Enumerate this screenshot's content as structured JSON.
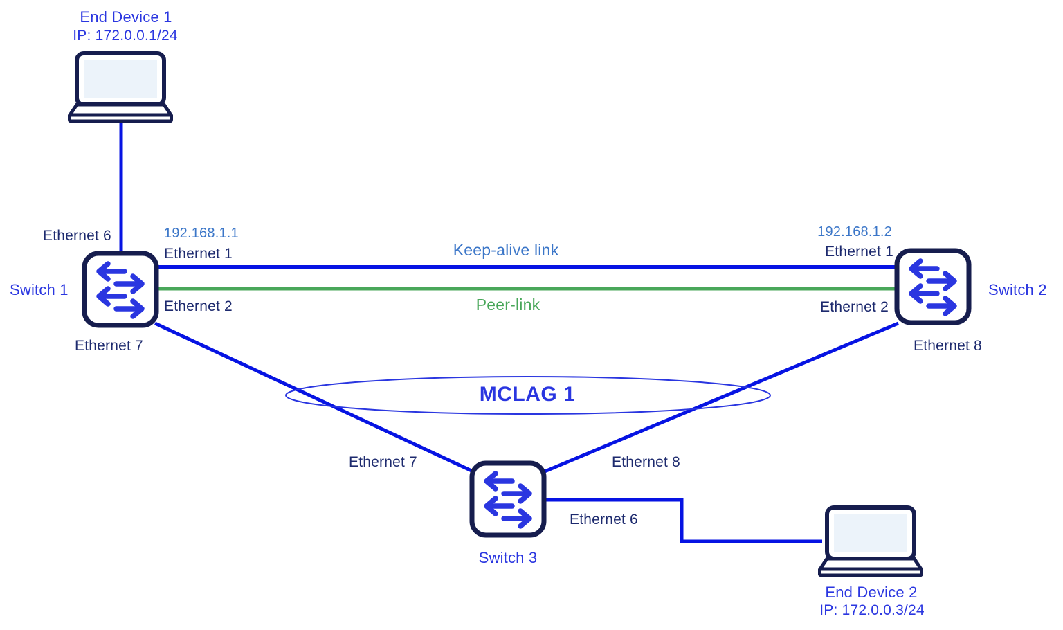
{
  "colors": {
    "line_blue": "#0613e3",
    "accent_blue": "#2a36e0",
    "navy_text": "#1d2a6e",
    "icon_navy": "#161d4e",
    "medium_blue": "#3b76c8",
    "green": "#49a75a",
    "screen_fill": "#ecf3fa"
  },
  "nodes": {
    "end_device_1": {
      "label": "End Device 1",
      "ip": "IP: 172.0.0.1/24"
    },
    "end_device_2": {
      "label": "End Device 2",
      "ip": "IP: 172.0.0.3/24"
    },
    "switch_1": {
      "label": "Switch 1",
      "ip": "192.168.1.1",
      "ports": {
        "eth6": "Ethernet 6",
        "eth1": "Ethernet 1",
        "eth2": "Ethernet 2",
        "eth7": "Ethernet 7"
      }
    },
    "switch_2": {
      "label": "Switch 2",
      "ip": "192.168.1.2",
      "ports": {
        "eth1": "Ethernet 1",
        "eth2": "Ethernet 2",
        "eth8": "Ethernet 8"
      }
    },
    "switch_3": {
      "label": "Switch 3",
      "ports": {
        "eth7": "Ethernet 7",
        "eth8": "Ethernet 8",
        "eth6": "Ethernet 6"
      }
    }
  },
  "links": {
    "keep_alive": "Keep-alive link",
    "peer_link": "Peer-link",
    "mclag": "MCLAG 1"
  },
  "icons": {
    "switch": "switch-arrows-icon",
    "end_device": "laptop-icon"
  }
}
